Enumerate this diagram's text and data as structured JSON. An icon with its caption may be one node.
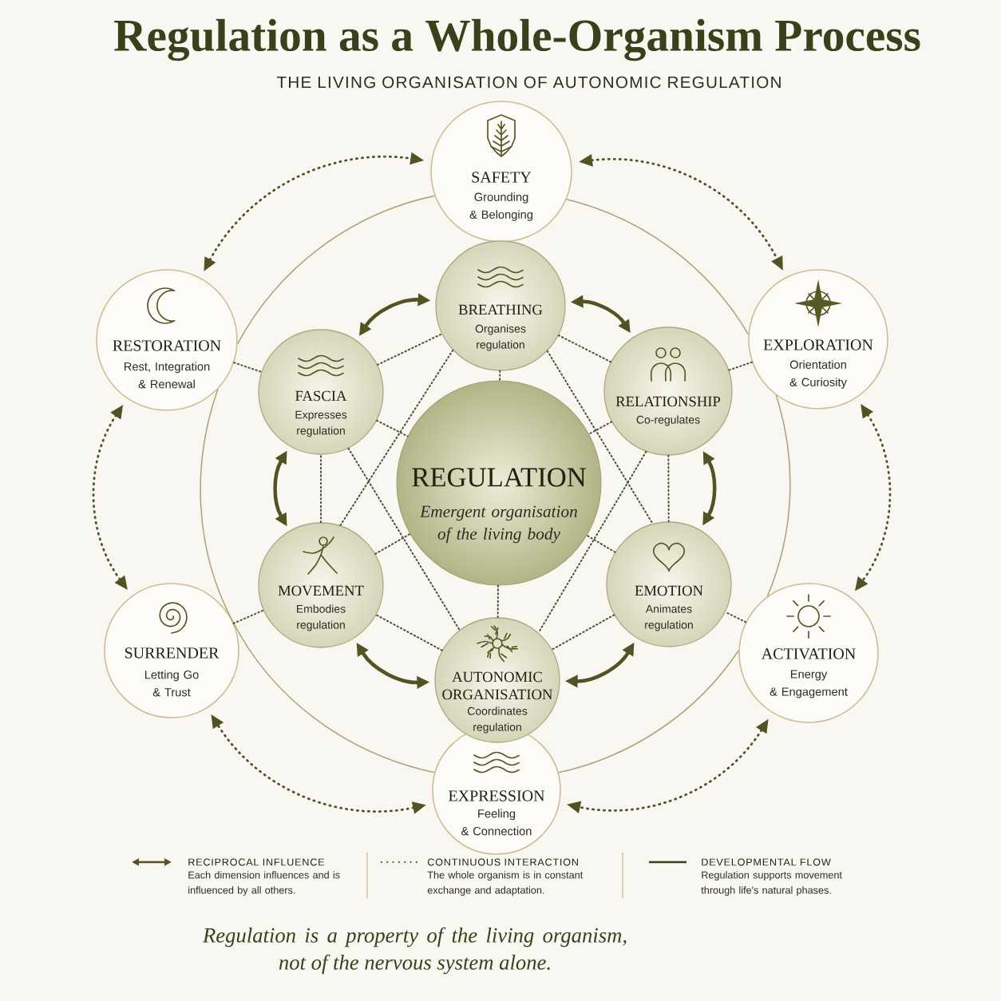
{
  "diagram": {
    "title": "Regulation as a Whole-Organism Process",
    "caption": "Regulation is a property of the living organism, not of the nervous system alone.",
    "nodes": [
      {
        "text": [
          "SAFETY",
          "Grounding & Belonging"
        ]
      },
      {
        "text": [
          "EXPLORATION",
          "Orientation & Curiosity"
        ]
      },
      {
        "text": [
          "ACTIVATION",
          "Energy & Engagement"
        ]
      },
      {
        "text": [
          "EXPRESSION",
          "Feeling & Connection"
        ]
      },
      {
        "text": [
          "SURRENDER",
          "Letting Go & Trust"
        ]
      },
      {
        "text": [
          "RESTORATION",
          "Rest, Integration & Renewal"
        ]
      },
      {
        "text": [
          "BREATHING",
          "Organises regulation"
        ]
      },
      {
        "text": [
          "RELATIONSHIP",
          "Co-regulates"
        ]
      },
      {
        "text": [
          "EMOTION",
          "Animates regulation"
        ]
      },
      {
        "text": [
          "AUTONOMIC ORGANISATION",
          "Coordinates regulation"
        ]
      },
      {
        "text": [
          "MOVEMENT",
          "Embodies regulation"
        ]
      },
      {
        "text": [
          "FASCIA",
          "Expresses regulation"
        ]
      },
      {
        "text": [
          "REGULATION",
          "Emergent organisation of the living body"
        ]
      }
    ],
    "edges": [
      {
        "from": 0,
        "to": 1,
        "arrow": "both",
        "style": "dashed",
        "color": "#4f5422"
      },
      {
        "from": 1,
        "to": 2,
        "arrow": "both",
        "style": "dashed",
        "color": "#4f5422"
      },
      {
        "from": 2,
        "to": 3,
        "arrow": "both",
        "style": "dashed",
        "color": "#4f5422"
      },
      {
        "from": 3,
        "to": 4,
        "arrow": "both",
        "style": "dashed",
        "color": "#4f5422"
      },
      {
        "from": 4,
        "to": 5,
        "arrow": "both",
        "style": "dashed",
        "color": "#4f5422"
      },
      {
        "from": 5,
        "to": 0,
        "arrow": "both",
        "style": "dashed",
        "color": "#4f5422"
      },
      {
        "from": 0,
        "to": 1,
        "arrow": "none",
        "color": "#a8a97a"
      },
      {
        "from": 1,
        "to": 2,
        "arrow": "none",
        "color": "#a8a97a"
      },
      {
        "from": 2,
        "to": 3,
        "arrow": "none",
        "color": "#a8a97a"
      },
      {
        "from": 3,
        "to": 4,
        "arrow": "none",
        "color": "#a8a97a"
      },
      {
        "from": 4,
        "to": 5,
        "arrow": "none",
        "color": "#a8a97a"
      },
      {
        "from": 5,
        "to": 0,
        "arrow": "none",
        "color": "#a8a97a"
      },
      {
        "from": 6,
        "to": 7,
        "arrow": "both",
        "style": "thick",
        "color": "#4f5422"
      },
      {
        "from": 7,
        "to": 8,
        "arrow": "both",
        "style": "thick",
        "color": "#4f5422"
      },
      {
        "from": 8,
        "to": 9,
        "arrow": "both",
        "style": "thick",
        "color": "#4f5422"
      },
      {
        "from": 9,
        "to": 10,
        "arrow": "both",
        "style": "thick",
        "color": "#4f5422"
      },
      {
        "from": 10,
        "to": 11,
        "arrow": "both",
        "style": "thick",
        "color": "#4f5422"
      },
      {
        "from": 11,
        "to": 6,
        "arrow": "both",
        "style": "thick",
        "color": "#4f5422"
      },
      {
        "from": 6,
        "to": 7,
        "arrow": "none",
        "style": "dashed"
      },
      {
        "from": 7,
        "to": 8,
        "arrow": "none",
        "style": "dashed"
      },
      {
        "from": 8,
        "to": 9,
        "arrow": "none",
        "style": "dashed"
      },
      {
        "from": 9,
        "to": 10,
        "arrow": "none",
        "style": "dashed"
      },
      {
        "from": 10,
        "to": 11,
        "arrow": "none",
        "style": "dashed"
      },
      {
        "from": 11,
        "to": 6,
        "arrow": "none",
        "style": "dashed"
      },
      {
        "from": 6,
        "to": 12,
        "arrow": "none",
        "style": "dashed"
      },
      {
        "from": 7,
        "to": 12,
        "arrow": "none",
        "style": "dashed"
      },
      {
        "from": 8,
        "to": 12,
        "arrow": "none",
        "style": "dashed"
      },
      {
        "from": 9,
        "to": 12,
        "arrow": "none",
        "style": "dashed"
      },
      {
        "from": 10,
        "to": 12,
        "arrow": "none",
        "style": "dashed"
      },
      {
        "from": 11,
        "to": 12,
        "arrow": "none",
        "style": "dashed"
      },
      {
        "from": 6,
        "to": 8,
        "arrow": "none",
        "style": "dashed"
      },
      {
        "from": 6,
        "to": 10,
        "arrow": "none",
        "style": "dashed"
      },
      {
        "from": 11,
        "to": 9,
        "arrow": "none",
        "style": "dashed"
      },
      {
        "from": 7,
        "to": 9,
        "arrow": "none",
        "style": "dashed"
      },
      {
        "from": 5,
        "to": 11,
        "arrow": "none",
        "style": "dashed"
      },
      {
        "from": 1,
        "to": 7,
        "arrow": "none",
        "style": "dashed"
      },
      {
        "from": 2,
        "to": 8,
        "arrow": "none",
        "style": "dashed"
      },
      {
        "from": 4,
        "to": 10,
        "arrow": "none",
        "style": "dashed"
      }
    ],
    "labels": [
      "THE LIVING ORGANISATION OF AUTONOMIC REGULATION",
      "Each dimension influences and is influenced by all others.",
      "The whole organism is in constant exchange and adaptation.",
      "Regulation supports movement through life's natural phases."
    ],
    "legend": [
      {
        "text": "RECIPROCAL INFLUENCE"
      },
      {
        "text": "CONTINUOUS INTERACTION"
      },
      {
        "text": "DEVELOPMENTAL FLOW"
      }
    ]
  }
}
